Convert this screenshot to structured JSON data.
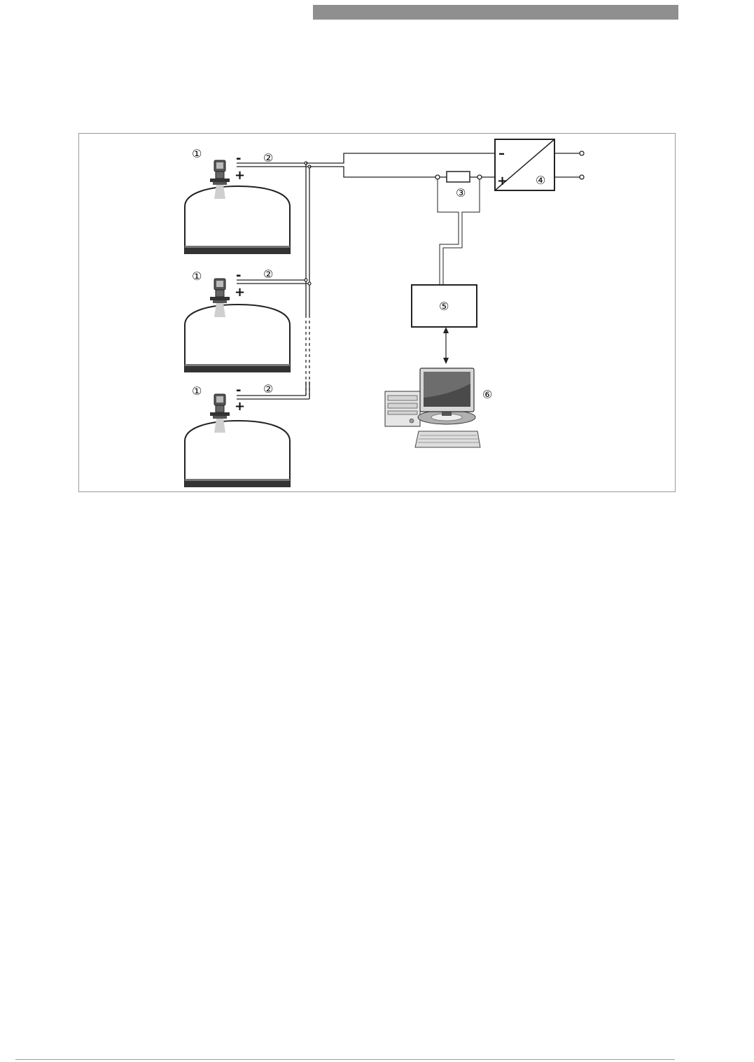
{
  "callouts": {
    "sensor": "①",
    "cable": "②",
    "resistor": "③",
    "power_supply": "④",
    "hart_converter": "⑤",
    "computer": "⑥"
  },
  "polarity": {
    "minus": "-",
    "plus": "+",
    "ps_minus": "–",
    "ps_plus": "+"
  },
  "colors": {
    "header_bar": "#8f8f8f",
    "frame": "#9a9a9a",
    "line": "#222222",
    "tank_bottom": "#333333"
  }
}
